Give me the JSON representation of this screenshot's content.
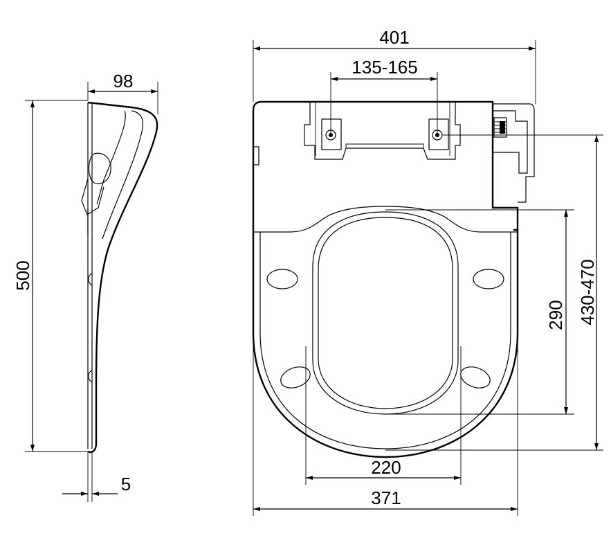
{
  "dimensions": {
    "side_depth": "98",
    "side_height": "500",
    "side_thickness": "5",
    "total_width": "401",
    "hinge_spacing": "135-165",
    "fixing_to_front": "430-470",
    "opening_length": "290",
    "opening_width": "220",
    "seat_width": "371"
  },
  "colors": {
    "line": "#000000",
    "background": "#ffffff"
  }
}
